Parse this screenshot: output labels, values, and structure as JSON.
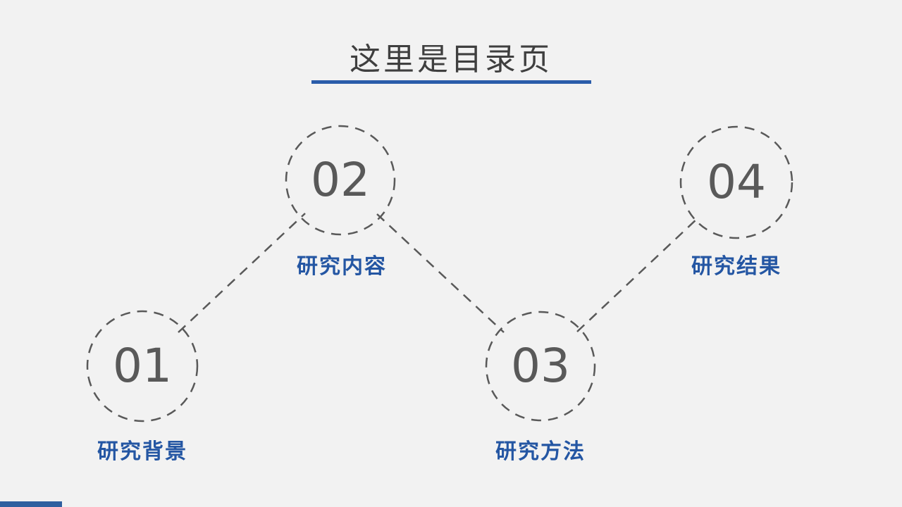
{
  "slide": {
    "title": "这里是目录页",
    "background_color": "#F2F2F2",
    "accent_blue": "#2A5CAA",
    "label_color": "#2456A3",
    "stroke_color": "#595959"
  },
  "toc_items": [
    {
      "number": "01",
      "label": "研究背景"
    },
    {
      "number": "02",
      "label": "研究内容"
    },
    {
      "number": "03",
      "label": "研究方法"
    },
    {
      "number": "04",
      "label": "研究结果"
    }
  ]
}
